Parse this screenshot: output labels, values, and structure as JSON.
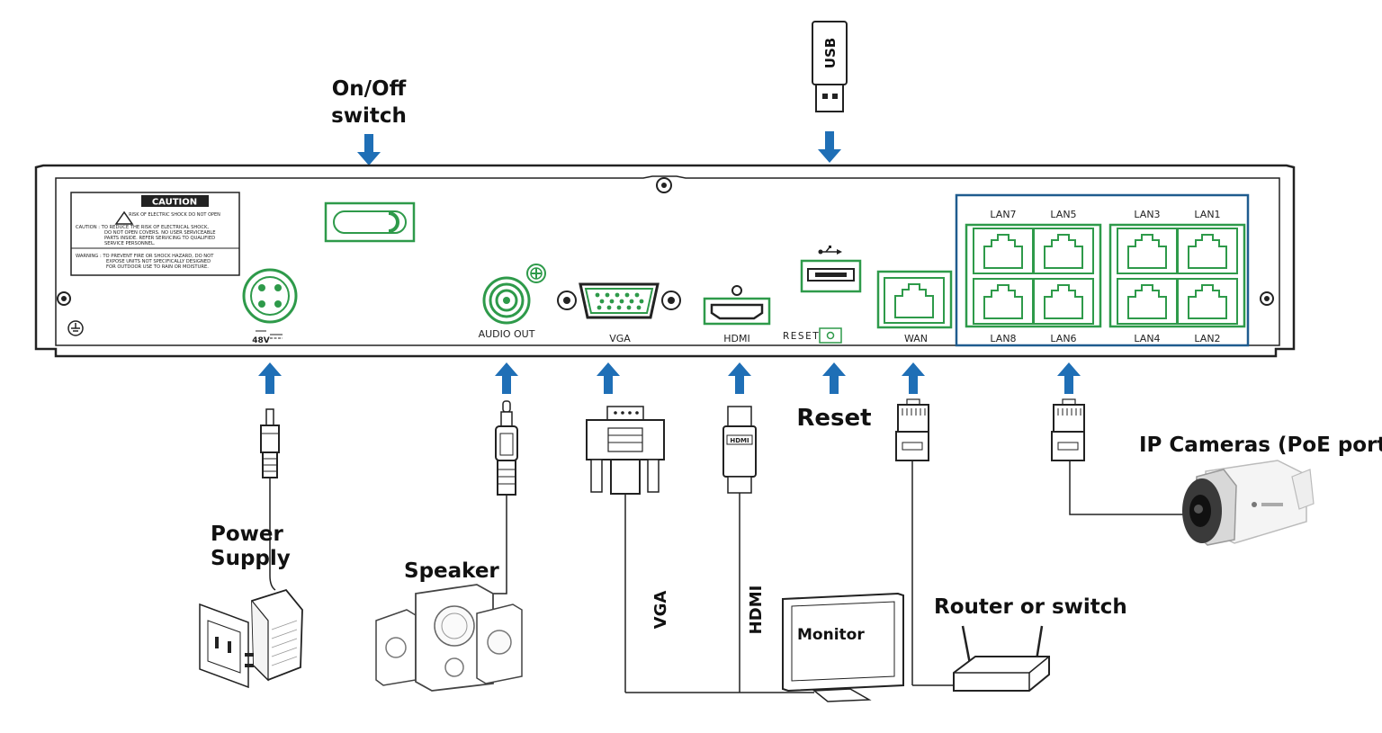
{
  "colors": {
    "arrow": "#1f6fb6",
    "port_green": "#2e9a4a",
    "lan_frame": "#1f5c8f",
    "line": "#222222"
  },
  "callouts": {
    "onoff_line1": "On/Off",
    "onoff_line2": "switch",
    "usb": "USB",
    "reset": "Reset",
    "power_line1": "Power",
    "power_line2": "Supply",
    "speaker": "Speaker",
    "ip_cameras": "IP Cameras (PoE ports)",
    "router": "Router or switch",
    "monitor": "Monitor",
    "vga_cable": "VGA",
    "hdmi_cable": "HDMI"
  },
  "panel": {
    "caution_title": "CAUTION",
    "caution_sub": "RISK OF ELECTRIC SHOCK DO NOT OPEN",
    "caution_line1": "CAUTION : TO REDUCE THE RISK OF ELECTRICAL SHOCK,",
    "caution_line2": "DO NOT OPEN COVERS. NO USER SERVICEABLE",
    "caution_line3": "PARTS INSIDE. REFER SERVICING TO QUALIFIED",
    "caution_line4": "SERVICE PERSONNEL.",
    "warning_line1": "WARNING : TO PREVENT FIRE OR SHOCK HAZARD, DO NOT",
    "warning_line2": "EXPOSE UNITS NOT SPECIFICALLY DESIGNED",
    "warning_line3": "FOR OUTDOOR USE TO RAIN OR MOISTURE.",
    "power_rating": "48V",
    "audio_out": "AUDIO OUT",
    "vga": "VGA",
    "hdmi": "HDMI",
    "reset": "RESET",
    "wan": "WAN",
    "hdmi_logo": "HDMI",
    "lan_top": [
      "LAN7",
      "LAN5",
      "LAN3",
      "LAN1"
    ],
    "lan_bottom": [
      "LAN8",
      "LAN6",
      "LAN4",
      "LAN2"
    ]
  }
}
